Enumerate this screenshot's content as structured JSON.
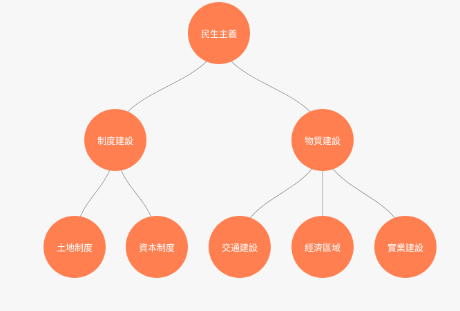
{
  "colors": {
    "node": "#ff7f50",
    "edge": "#888888",
    "background": "#f7f7f7"
  },
  "tree": {
    "root": "民生主義",
    "branches": [
      {
        "label": "制度建設",
        "children": [
          "土地制度",
          "資本制度"
        ]
      },
      {
        "label": "物質建設",
        "children": [
          "交通建設",
          "經濟區域",
          "實業建設"
        ]
      }
    ]
  }
}
